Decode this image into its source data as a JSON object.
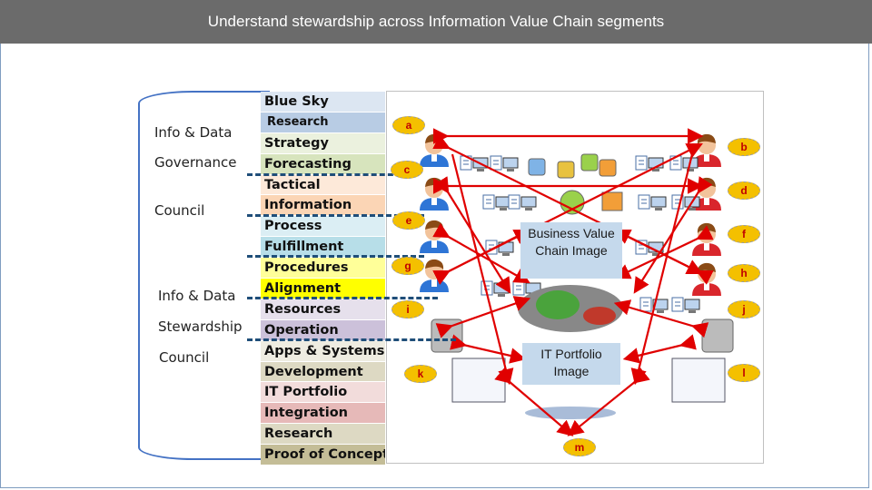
{
  "title": "Understand stewardship across Information Value Chain segments",
  "governance_label": {
    "line1": "Info & Data",
    "line2": "Governance",
    "line3": "Council"
  },
  "stewardship_label": {
    "line1": "Info & Data",
    "line2": "Stewardship",
    "line3": "Council"
  },
  "segments": [
    {
      "label": "Blue Sky",
      "color": "#dce6f2"
    },
    {
      "label": "Research",
      "color": "#b8cce4"
    },
    {
      "label": "Strategy",
      "color": "#ebf1de"
    },
    {
      "label": "Forecasting",
      "color": "#d7e4bd"
    },
    {
      "label": "Tactical",
      "color": "#fde9d9"
    },
    {
      "label": "Information",
      "color": "#fbd5b5"
    },
    {
      "label": "Process",
      "color": "#dbeef4"
    },
    {
      "label": "Fulfillment",
      "color": "#b7dee8"
    },
    {
      "label": "Procedures",
      "color": "#ffff99"
    },
    {
      "label": "Alignment",
      "color": "#ffff00"
    },
    {
      "label": "Resources",
      "color": "#e6e0ec"
    },
    {
      "label": "Operation",
      "color": "#ccc1da"
    },
    {
      "label": "Apps & Systems",
      "color": "#eeece1"
    },
    {
      "label": "Development",
      "color": "#ddd9c3"
    },
    {
      "label": "IT Portfolio",
      "color": "#f2dcdb"
    },
    {
      "label": "Integration",
      "color": "#e6b9b8"
    },
    {
      "label": "Research",
      "color": "#ddd9c3"
    },
    {
      "label": "Proof of Concept",
      "color": "#c4bd97"
    }
  ],
  "badges": [
    "a",
    "b",
    "c",
    "d",
    "e",
    "f",
    "g",
    "h",
    "i",
    "j",
    "k",
    "l",
    "m"
  ],
  "business_box": "Business Value Chain Image",
  "it_box": "IT Portfolio Image",
  "colors": {
    "title_bar": "#6b6b6b",
    "arrow": "#e00000",
    "bracket": "#4472c4",
    "badge": "#f4c000"
  }
}
